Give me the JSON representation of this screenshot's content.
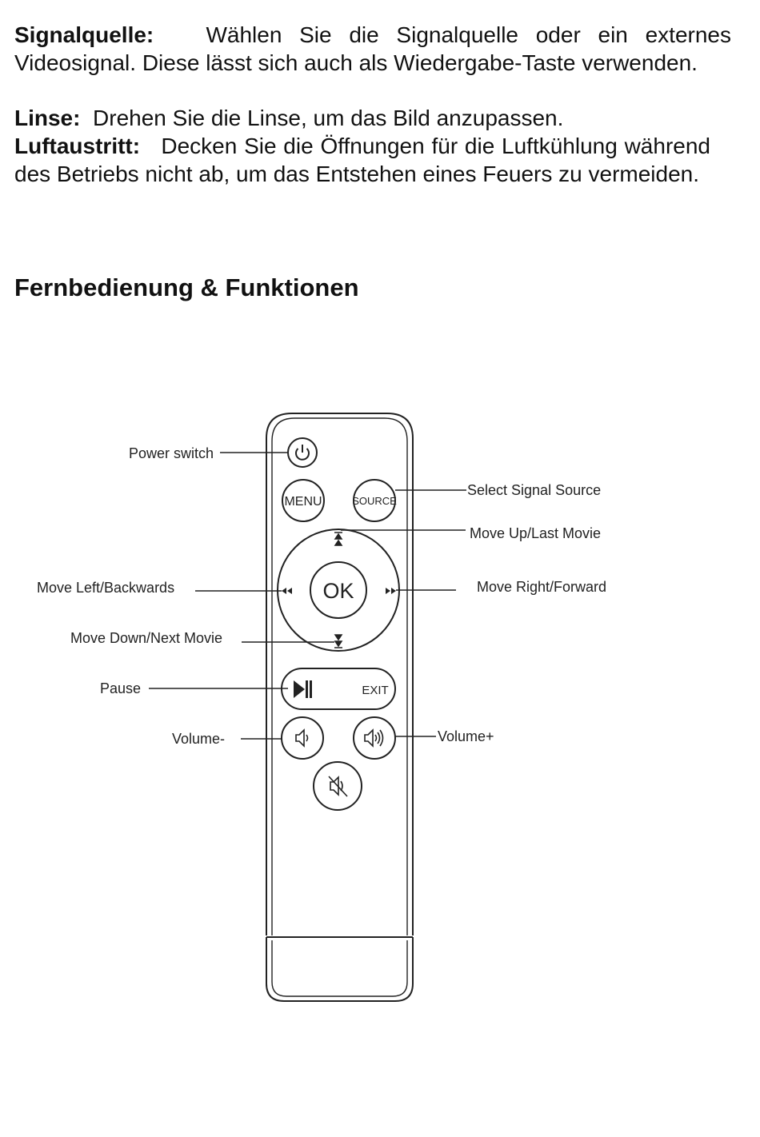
{
  "paragraphs": [
    {
      "term": "Signalquelle:",
      "text": "Wählen Sie die Signalquelle oder ein externes Videosignal. Diese lässt sich auch als Wiedergabe-Taste verwenden."
    },
    {
      "term": "Linse:",
      "text": "Drehen Sie die Linse, um das Bild anzupassen."
    },
    {
      "term": "Luftaustritt:",
      "text": "Decken Sie die Öffnungen für die Luftkühlung während des Betriebs nicht ab, um das Entstehen eines Feuers zu vermeiden."
    }
  ],
  "heading": "Fernbedienung & Funktionen",
  "remote": {
    "buttons": {
      "menu": "MENU",
      "source": "SOURCE",
      "ok": "OK",
      "exit": "EXIT"
    },
    "labels": {
      "power": "Power switch",
      "source": "Select Signal Source",
      "up": "Move Up/Last Movie",
      "left": "Move Left/Backwards",
      "right": "Move Right/Forward",
      "down": "Move Down/Next Movie",
      "pause": "Pause",
      "vol_down": "Volume-",
      "vol_up": "Volume+"
    },
    "icons": [
      "power-icon",
      "play-pause-icon",
      "volume-down-icon",
      "volume-up-icon",
      "mute-icon",
      "arrow-up-icon",
      "arrow-down-icon",
      "arrow-left-icon",
      "arrow-right-icon"
    ]
  }
}
